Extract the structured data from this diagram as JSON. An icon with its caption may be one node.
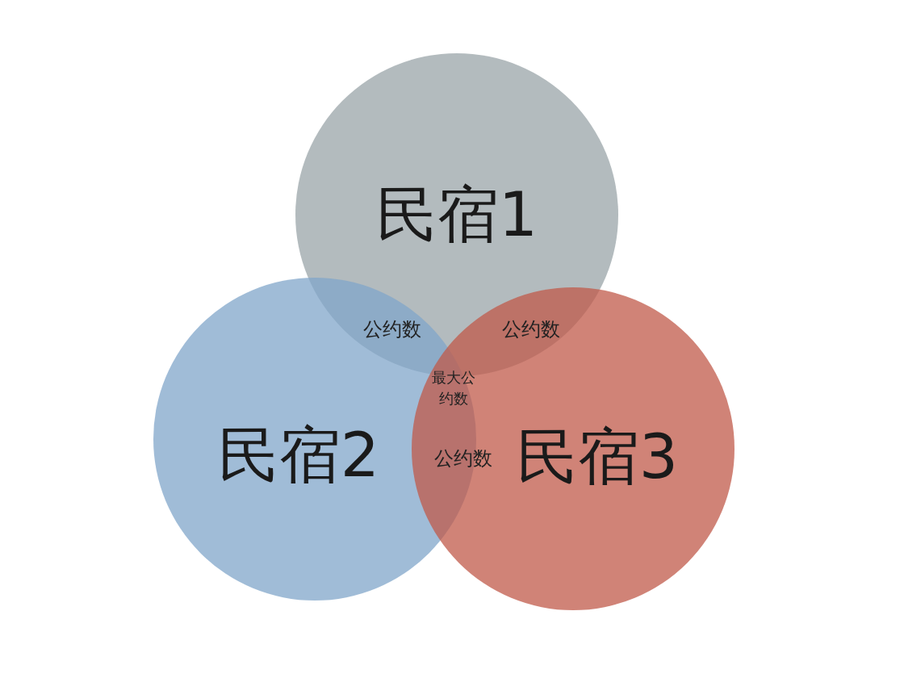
{
  "diagram": {
    "nodes": [
      {
        "text": [
          "民宿1"
        ]
      },
      {
        "text": [
          "民宿2"
        ]
      },
      {
        "text": [
          "民宿3"
        ]
      }
    ],
    "edges": [],
    "labels": [
      "公约数",
      "公约数",
      "最大公约数",
      "公约数"
    ]
  }
}
